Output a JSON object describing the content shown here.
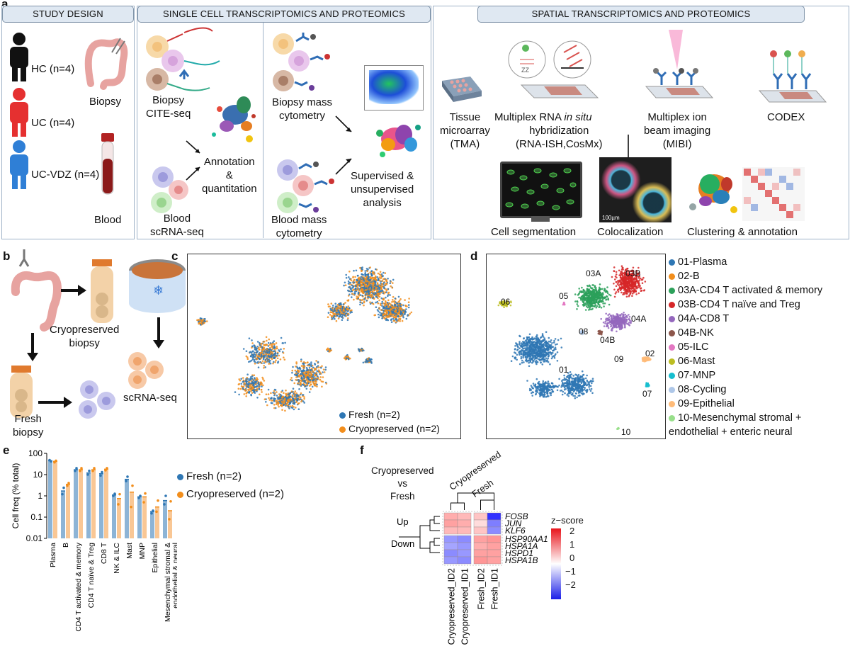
{
  "panel_a": {
    "letter": "a",
    "sections": {
      "study_design": "STUDY DESIGN",
      "single_cell": "SINGLE CELL TRANSCRIPTOMICS AND PROTEOMICS",
      "spatial": "SPATIAL TRANSCRIPTOMICS AND PROTEOMICS"
    },
    "cohorts": [
      "HC (n=4)",
      "UC (n=4)",
      "UC-VDZ (n=4)"
    ],
    "cohort_colors": [
      "#111111",
      "#e53030",
      "#2f7fd6"
    ],
    "samples": [
      "Biopsy",
      "Blood"
    ],
    "biopsy_cite": "Biopsy\nCITE-seq",
    "blood_scrna": "Blood\nscRNA-seq",
    "annotation": "Annotation\n&\nquantitation",
    "biopsy_mass": "Biopsy mass\ncytometry",
    "blood_mass": "Blood mass\ncytometry",
    "supervised": "Supervised &\nunsupervised\nanalysis",
    "tma": "Tissue\nmicroarray\n(TMA)",
    "rna_ish_line1": "Multiplex RNA ",
    "rna_ish_italic": "in situ",
    "rna_ish_rest": "hybridization\n(RNA-ISH,CosMx)",
    "mibi": "Multiplex ion\nbeam imaging\n(MIBI)",
    "codex": "CODEX",
    "cell_seg": "Cell segmentation",
    "coloc": "Colocalization",
    "clustering": "Clustering & annotation",
    "scale": "100µm"
  },
  "panel_b": {
    "letter": "b",
    "cryo": "Cryopreserved\nbiopsy",
    "fresh": "Fresh\nbiopsy",
    "scrna": "scRNA-seq"
  },
  "panel_c": {
    "letter": "c",
    "legend": [
      {
        "label": "Fresh (n=2)",
        "color": "#2f77b4"
      },
      {
        "label": "Cryopreserved (n=2)",
        "color": "#f28e1c"
      }
    ]
  },
  "panel_d": {
    "letter": "d",
    "clusters": [
      {
        "label": "01-Plasma",
        "color": "#2f77b4",
        "tag": "01"
      },
      {
        "label": "02-B",
        "color": "#f28e1c",
        "tag": "02"
      },
      {
        "label": "03A-CD4 T activated & memory",
        "color": "#2ca05a",
        "tag": "03A"
      },
      {
        "label": "03B-CD4 T naïve and Treg",
        "color": "#d62728",
        "tag": "03B"
      },
      {
        "label": "04A-CD8 T",
        "color": "#9467bd",
        "tag": "04A"
      },
      {
        "label": "04B-NK",
        "color": "#8c564b",
        "tag": "04B"
      },
      {
        "label": "05-ILC",
        "color": "#e377c2",
        "tag": "05"
      },
      {
        "label": "06-Mast",
        "color": "#bcbd22",
        "tag": "06"
      },
      {
        "label": "07-MNP",
        "color": "#17becf",
        "tag": "07"
      },
      {
        "label": "08-Cycling",
        "color": "#aec7e8",
        "tag": "08"
      },
      {
        "label": "09-Epithelial",
        "color": "#ffbb78",
        "tag": "09"
      },
      {
        "label": "10-Mesenchymal stromal +\nendothelial + enteric neural",
        "color": "#98df8a",
        "tag": "10"
      }
    ]
  },
  "panel_e": {
    "letter": "e",
    "legend": [
      {
        "label": "Fresh (n=2)",
        "color": "#2f77b4"
      },
      {
        "label": "Cryopreserved (n=2)",
        "color": "#f28e1c"
      }
    ]
  },
  "panel_f": {
    "letter": "f",
    "comparison": "Cryopreserved\nvs\nFresh",
    "col_groups": [
      "Cryopreserved",
      "Fresh"
    ],
    "row_groups": [
      "Up",
      "Down"
    ],
    "genes": [
      "FOSB",
      "JUN",
      "KLF6",
      "HSP90AA1",
      "HSPA1A",
      "HSPD1",
      "HSPA1B"
    ],
    "columns": [
      "Cryopreserved_ID2",
      "Cryopreserved_ID1",
      "Fresh_ID2",
      "Fresh_ID1"
    ],
    "zscore_title": "z−score",
    "zscore_ticks": [
      "2",
      "1",
      "0",
      "−1",
      "−2"
    ]
  },
  "chart_data": [
    {
      "type": "bar",
      "panel": "e",
      "title": "",
      "ylabel": "Cell freq (% total)",
      "yscale": "log",
      "ylim": [
        0.01,
        100
      ],
      "yticks": [
        "100",
        "10",
        "1",
        "0.1",
        "0.01"
      ],
      "categories": [
        "Plasma",
        "B",
        "CD4 T activated & memory",
        "CD4 T naïve & Treg",
        "CD8 T",
        "NK & ILC",
        "Mast",
        "MNP",
        "Epithelial",
        "Mesenchymal stromal &\nendothelial & neural"
      ],
      "series": [
        {
          "name": "Fresh (n=2)",
          "color": "#2f77b4",
          "values": [
            45,
            1.7,
            17,
            12,
            11,
            1.1,
            6,
            0.9,
            0.18,
            0.6
          ],
          "points": [
            [
              48,
              42
            ],
            [
              1.2,
              2.4
            ],
            [
              15,
              20
            ],
            [
              10,
              15
            ],
            [
              9,
              13
            ],
            [
              1.0,
              1.25
            ],
            [
              5,
              8
            ],
            [
              0.8,
              1.0
            ],
            [
              0.15,
              0.2
            ],
            [
              0.4,
              1.0
            ]
          ]
        },
        {
          "name": "Cryopreserved (n=2)",
          "color": "#f28e1c",
          "values": [
            42,
            3.5,
            17,
            17,
            18,
            0.75,
            1.5,
            0.9,
            0.3,
            0.2
          ],
          "points": [
            [
              38,
              45
            ],
            [
              3,
              4
            ],
            [
              15,
              20
            ],
            [
              15,
              20
            ],
            [
              16,
              20
            ],
            [
              0.4,
              1.2
            ],
            [
              0.3,
              3
            ],
            [
              0.5,
              1.3
            ],
            [
              0.18,
              0.6
            ],
            [
              0.08,
              0.55
            ]
          ]
        }
      ]
    },
    {
      "type": "heatmap",
      "panel": "f",
      "rows": [
        "FOSB",
        "JUN",
        "KLF6",
        "HSP90AA1",
        "HSPA1A",
        "HSPD1",
        "HSPA1B"
      ],
      "columns": [
        "Cryopreserved_ID2",
        "Cryopreserved_ID1",
        "Fresh_ID2",
        "Fresh_ID1"
      ],
      "values": [
        [
          0.7,
          0.6,
          0.5,
          -1.6
        ],
        [
          0.8,
          0.7,
          0.3,
          -1.0
        ],
        [
          0.6,
          0.6,
          0.5,
          -0.9
        ],
        [
          -0.8,
          -0.9,
          0.8,
          0.9
        ],
        [
          -0.7,
          -0.8,
          0.7,
          0.8
        ],
        [
          -0.9,
          -0.8,
          0.8,
          0.8
        ],
        [
          -0.8,
          -0.9,
          0.9,
          0.8
        ]
      ],
      "zscore_range": [
        -2,
        2
      ]
    }
  ]
}
